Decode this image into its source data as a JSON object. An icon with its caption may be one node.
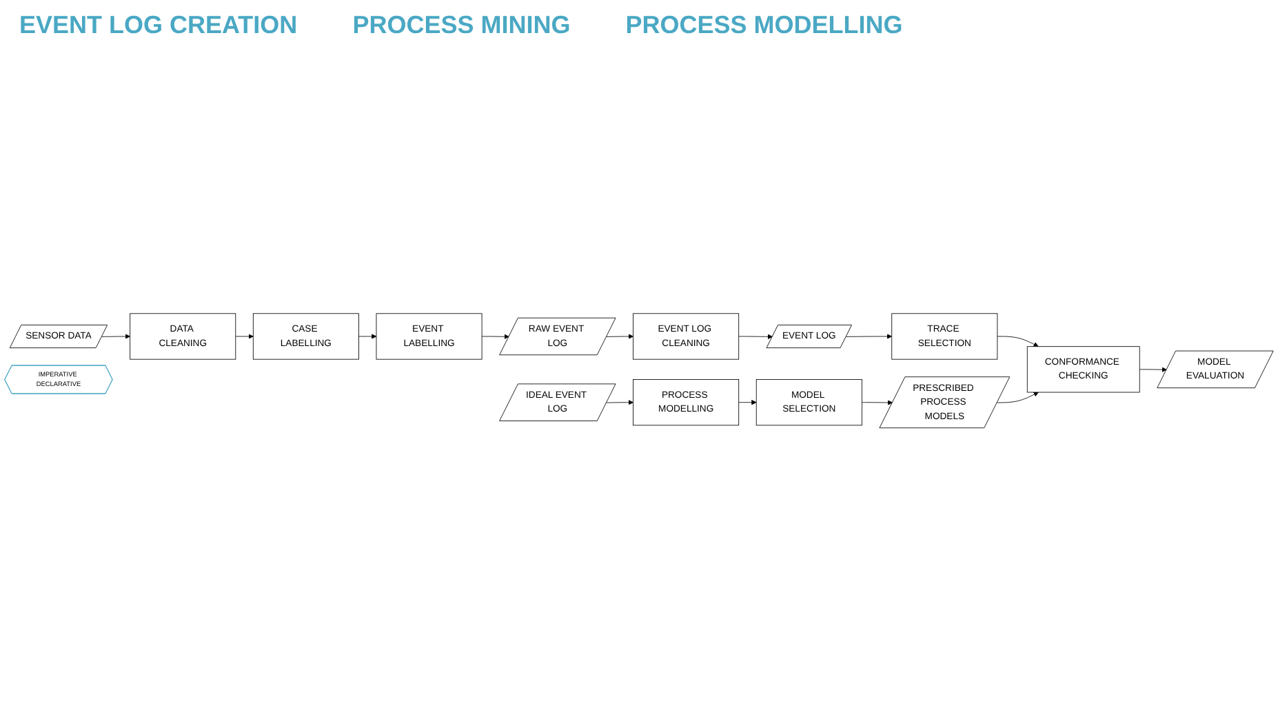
{
  "diagram": {
    "nodes": [
      {
        "text": [
          "SENSOR DATA"
        ]
      },
      {
        "text": [
          "DATA CLEANING"
        ]
      },
      {
        "text": [
          "CASE LABELLING"
        ]
      },
      {
        "text": [
          "EVENT LABELLING"
        ]
      },
      {
        "text": [
          "RAW EVENT LOG"
        ]
      },
      {
        "text": [
          "EVENT LOG CLEANING"
        ]
      },
      {
        "text": [
          "EVENT LOG"
        ]
      },
      {
        "text": [
          "TRACE SELECTION"
        ]
      },
      {
        "text": [
          "CONFORMANCE CHECKING"
        ]
      },
      {
        "text": [
          "MODEL EVALUATION"
        ]
      },
      {
        "text": [
          "IDEAL EVENT LOG"
        ]
      },
      {
        "text": [
          "PROCESS MODELLING"
        ]
      },
      {
        "text": [
          "MODEL SELECTION"
        ]
      },
      {
        "text": [
          "PRESCRIBED PROCESS MODELS"
        ]
      },
      {
        "text": [
          "IMPERATIVE DECLARATIVE"
        ]
      }
    ],
    "edges": [
      {
        "from": 0,
        "to": 1,
        "arrow": "to"
      },
      {
        "from": 1,
        "to": 2,
        "arrow": "to"
      },
      {
        "from": 2,
        "to": 3,
        "arrow": "to"
      },
      {
        "from": 3,
        "to": 4,
        "arrow": "to"
      },
      {
        "from": 4,
        "to": 5,
        "arrow": "to"
      },
      {
        "from": 5,
        "to": 6,
        "arrow": "to"
      },
      {
        "from": 6,
        "to": 7,
        "arrow": "to"
      },
      {
        "from": 7,
        "to": 8,
        "arrow": "to"
      },
      {
        "from": 8,
        "to": 9,
        "arrow": "to"
      },
      {
        "from": 10,
        "to": 11,
        "arrow": "to"
      },
      {
        "from": 11,
        "to": 12,
        "arrow": "to"
      },
      {
        "from": 12,
        "to": 13,
        "arrow": "to"
      },
      {
        "from": 13,
        "to": 8,
        "arrow": "to"
      }
    ],
    "labels": [
      "EVENT LOG CREATION",
      "PROCESS MINING",
      "PROCESS MODELLING"
    ]
  }
}
